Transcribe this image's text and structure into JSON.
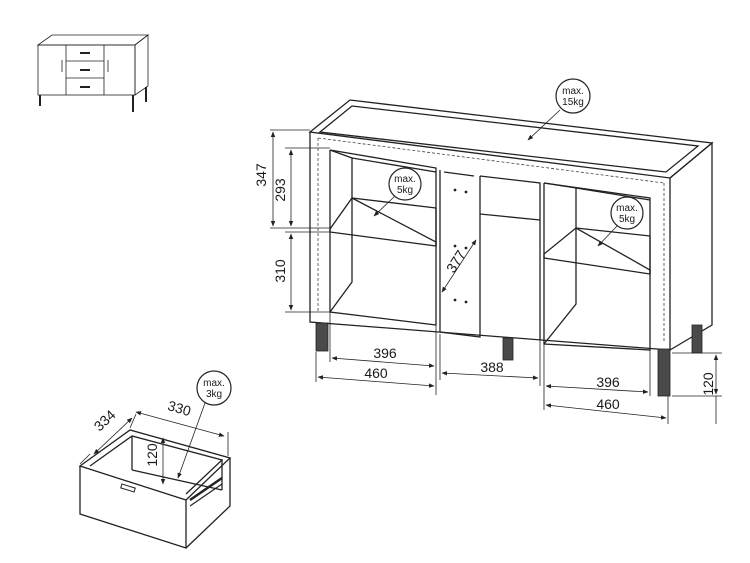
{
  "drawing": {
    "load_labels": {
      "top": [
        "max.",
        "15kg"
      ],
      "left_shelf": [
        "max.",
        "5kg"
      ],
      "right_shelf": [
        "max.",
        "5kg"
      ],
      "drawer": [
        "max.",
        "3kg"
      ]
    },
    "dimensions": {
      "height_upper_total": "347",
      "height_upper_inner": "293",
      "height_lower": "310",
      "compartment_depth": "377",
      "left_inner_width": "396",
      "left_outer_width": "460",
      "middle_width": "388",
      "right_inner_width": "396",
      "right_outer_width": "460",
      "leg_height": "120",
      "drawer_depth": "334",
      "drawer_width": "330",
      "drawer_height": "120"
    }
  }
}
